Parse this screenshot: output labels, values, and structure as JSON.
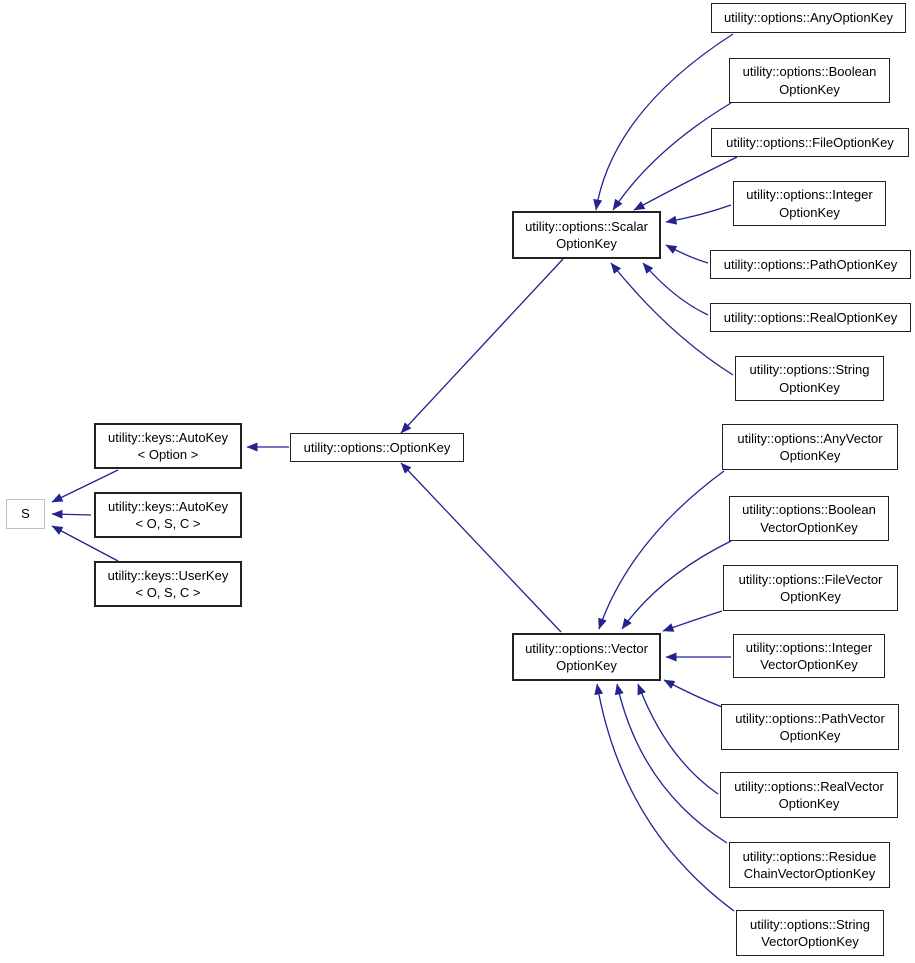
{
  "graph": {
    "kind": "class-inheritance-graph",
    "colors": {
      "edge_color": "#23238f",
      "box_border": "#222222",
      "template_border": "#c0c0c0",
      "box_fill": "#ffffff",
      "text_color": "#000000",
      "background": "#ffffff"
    },
    "nodes": [
      {
        "id": "S",
        "label": "S"
      },
      {
        "id": "AutoKey<Option>",
        "label": "utility::keys::AutoKey\n< Option >"
      },
      {
        "id": "AutoKey<O,S,C>",
        "label": "utility::keys::AutoKey\n< O, S, C >"
      },
      {
        "id": "UserKey<O,S,C>",
        "label": "utility::keys::UserKey\n< O, S, C >"
      },
      {
        "id": "OptionKey",
        "label": "utility::options::OptionKey"
      },
      {
        "id": "ScalarOptionKey",
        "label": "utility::options::Scalar\nOptionKey"
      },
      {
        "id": "AnyOptionKey",
        "label": "utility::options::AnyOptionKey"
      },
      {
        "id": "BooleanOptionKey",
        "label": "utility::options::Boolean\nOptionKey"
      },
      {
        "id": "FileOptionKey",
        "label": "utility::options::FileOptionKey"
      },
      {
        "id": "IntegerOptionKey",
        "label": "utility::options::Integer\nOptionKey"
      },
      {
        "id": "PathOptionKey",
        "label": "utility::options::PathOptionKey"
      },
      {
        "id": "RealOptionKey",
        "label": "utility::options::RealOptionKey"
      },
      {
        "id": "StringOptionKey",
        "label": "utility::options::String\nOptionKey"
      },
      {
        "id": "VectorOptionKey",
        "label": "utility::options::Vector\nOptionKey"
      },
      {
        "id": "AnyVectorOptionKey",
        "label": "utility::options::AnyVector\nOptionKey"
      },
      {
        "id": "BooleanVectorOptionKey",
        "label": "utility::options::Boolean\nVectorOptionKey"
      },
      {
        "id": "FileVectorOptionKey",
        "label": "utility::options::FileVector\nOptionKey"
      },
      {
        "id": "IntegerVectorOptionKey",
        "label": "utility::options::Integer\nVectorOptionKey"
      },
      {
        "id": "PathVectorOptionKey",
        "label": "utility::options::PathVector\nOptionKey"
      },
      {
        "id": "RealVectorOptionKey",
        "label": "utility::options::RealVector\nOptionKey"
      },
      {
        "id": "ResidueChainVectorOptionKey",
        "label": "utility::options::Residue\nChainVectorOptionKey"
      },
      {
        "id": "StringVectorOptionKey",
        "label": "utility::options::String\nVectorOptionKey"
      }
    ],
    "edges": [
      {
        "derived": "AutoKey<Option>",
        "base": "S"
      },
      {
        "derived": "AutoKey<O,S,C>",
        "base": "S"
      },
      {
        "derived": "UserKey<O,S,C>",
        "base": "S"
      },
      {
        "derived": "OptionKey",
        "base": "AutoKey<Option>"
      },
      {
        "derived": "ScalarOptionKey",
        "base": "OptionKey"
      },
      {
        "derived": "VectorOptionKey",
        "base": "OptionKey"
      },
      {
        "derived": "AnyOptionKey",
        "base": "ScalarOptionKey"
      },
      {
        "derived": "BooleanOptionKey",
        "base": "ScalarOptionKey"
      },
      {
        "derived": "FileOptionKey",
        "base": "ScalarOptionKey"
      },
      {
        "derived": "IntegerOptionKey",
        "base": "ScalarOptionKey"
      },
      {
        "derived": "PathOptionKey",
        "base": "ScalarOptionKey"
      },
      {
        "derived": "RealOptionKey",
        "base": "ScalarOptionKey"
      },
      {
        "derived": "StringOptionKey",
        "base": "ScalarOptionKey"
      },
      {
        "derived": "AnyVectorOptionKey",
        "base": "VectorOptionKey"
      },
      {
        "derived": "BooleanVectorOptionKey",
        "base": "VectorOptionKey"
      },
      {
        "derived": "FileVectorOptionKey",
        "base": "VectorOptionKey"
      },
      {
        "derived": "IntegerVectorOptionKey",
        "base": "VectorOptionKey"
      },
      {
        "derived": "PathVectorOptionKey",
        "base": "VectorOptionKey"
      },
      {
        "derived": "RealVectorOptionKey",
        "base": "VectorOptionKey"
      },
      {
        "derived": "ResidueChainVectorOptionKey",
        "base": "VectorOptionKey"
      },
      {
        "derived": "StringVectorOptionKey",
        "base": "VectorOptionKey"
      }
    ]
  }
}
